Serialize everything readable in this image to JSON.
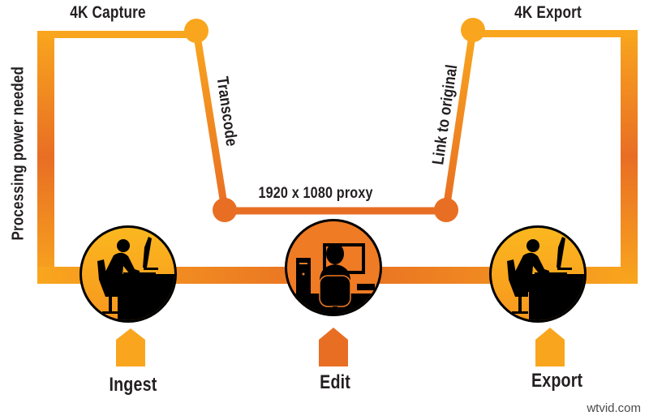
{
  "diagram": {
    "top_labels": {
      "capture": "4K Capture",
      "export": "4K Export"
    },
    "path_labels": {
      "transcode": "Transcode",
      "proxy": "1920 x 1080 proxy",
      "link": "Link to original"
    },
    "axis_label": "Processing power needed",
    "stages": [
      {
        "label": "Ingest",
        "icon": "person-at-desk-icon",
        "color": "#f9a61e"
      },
      {
        "label": "Edit",
        "icon": "person-at-workstation-back-icon",
        "color": "#e86e24"
      },
      {
        "label": "Export",
        "icon": "person-at-desk-icon",
        "color": "#f9a61e"
      }
    ],
    "colors": {
      "light_orange": "#f9a61e",
      "dark_orange": "#e86e24",
      "text": "#231f20",
      "icon": "#000000"
    }
  },
  "watermark": "wtvid.com"
}
